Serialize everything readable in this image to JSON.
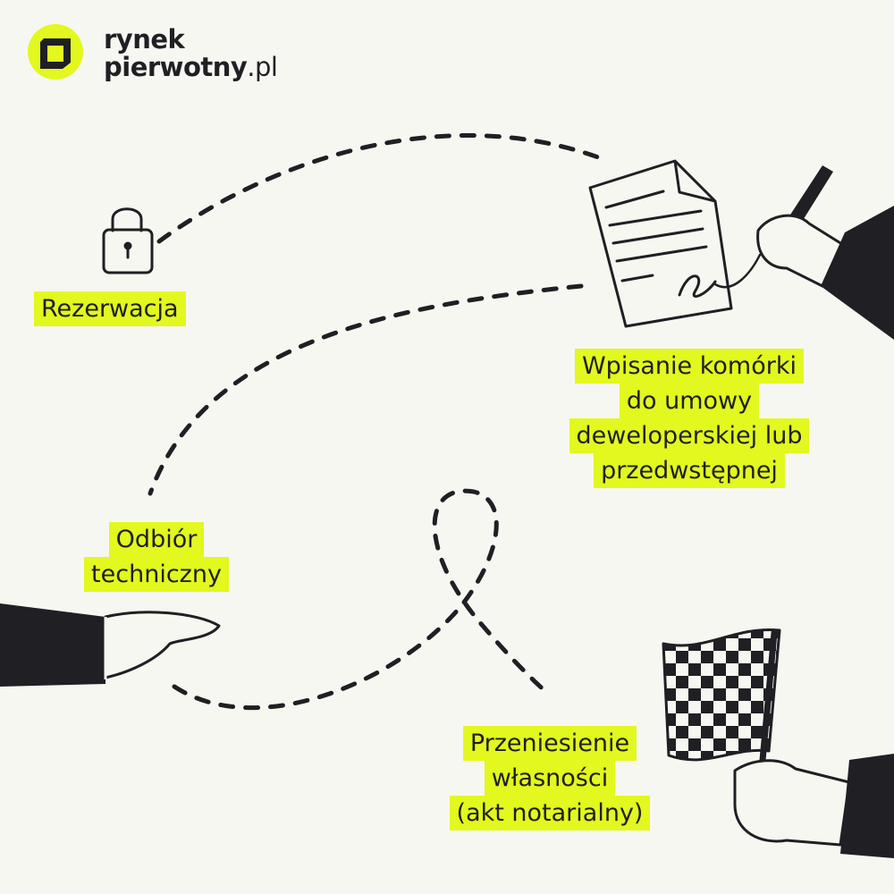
{
  "brand": {
    "name_line1": "rynek",
    "name_line2": "pierwotny",
    "tld": ".pl",
    "accent_color": "#e2f81e",
    "ink_color": "#1f1f24",
    "background_color": "#f7f7f2"
  },
  "steps": [
    {
      "id": "reservation",
      "icon": "padlock-icon",
      "lines": [
        "Rezerwacja"
      ]
    },
    {
      "id": "contract",
      "icon": "signing-document-icon",
      "lines": [
        "Wpisanie komórki",
        "do umowy",
        "deweloperskiej lub",
        "przedwstępnej"
      ]
    },
    {
      "id": "inspection",
      "icon": "open-hand-icon",
      "lines": [
        "Odbiór",
        "techniczny"
      ]
    },
    {
      "id": "ownership",
      "icon": "checkered-flag-icon",
      "lines": [
        "Przeniesienie",
        "własności",
        "(akt notarialny)"
      ]
    }
  ]
}
